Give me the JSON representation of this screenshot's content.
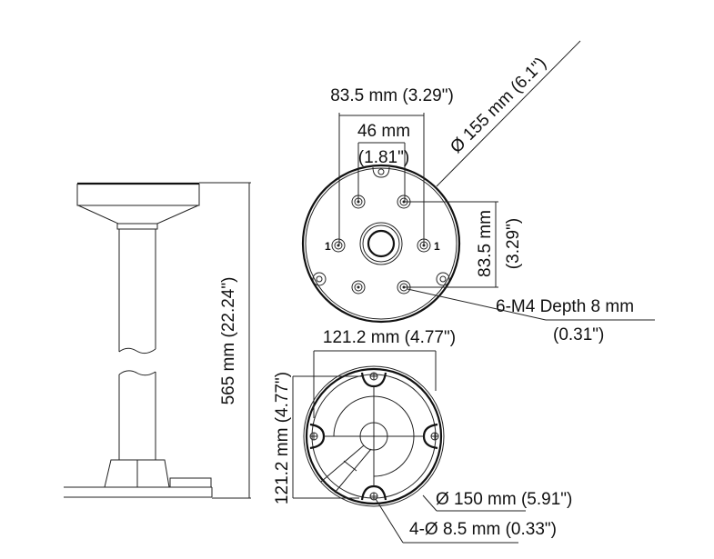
{
  "side_view": {
    "height_dim": "565 mm (22.24\")"
  },
  "top_view": {
    "outer_width_dim": "83.5 mm (3.29\")",
    "inner_width_dim_mm": "46 mm",
    "inner_width_dim_in": "(1.81\")",
    "diameter_dim": "Ø 155 mm (6.1\")",
    "vertical_dim_mm": "83.5 mm",
    "vertical_dim_in": "(3.29\")",
    "hole_marker_left": "1",
    "hole_marker_right": "1",
    "screw_spec_line1": "6-M4 Depth  8 mm",
    "screw_spec_line2": "(0.31\")"
  },
  "bottom_view": {
    "width_dim": "121.2 mm (4.77\")",
    "height_dim": "121.2 mm (4.77\")",
    "diameter_dim": "Ø  150 mm (5.91\")",
    "hole_spec": "4-Ø 8.5 mm (0.33\")"
  }
}
